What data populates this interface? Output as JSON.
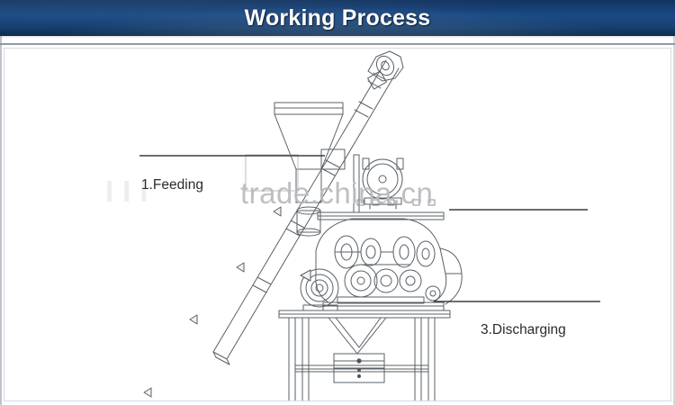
{
  "header": {
    "title": "Working Process",
    "background_color": "#163f73",
    "text_color": "#ffffff"
  },
  "watermark": {
    "text": "trade.china.cn",
    "logo_text": "III",
    "color": "#b9babd"
  },
  "callouts": [
    {
      "id": "feeding",
      "label": "1.Feeding",
      "leader": "horizontal-right"
    },
    {
      "id": "middle",
      "label": "",
      "leader": "horizontal-right"
    },
    {
      "id": "discharging",
      "label": "3.Discharging",
      "leader": "horizontal-left"
    }
  ],
  "diagram": {
    "name": "machine-line-drawing",
    "description": "Technical line drawing of a processing machine: inclined screw conveyor feeding a hopper, main body with pulleys and motors on a steel frame, and a V-shaped discharge chute with collection box.",
    "stroke_color": "#555a60",
    "parts": [
      "inclined-screw-conveyor",
      "conveyor-drive-head",
      "feed-hopper",
      "main-machine-body",
      "drive-pulleys",
      "electric-motor",
      "support-frame",
      "discharge-chute",
      "collection-box"
    ]
  }
}
